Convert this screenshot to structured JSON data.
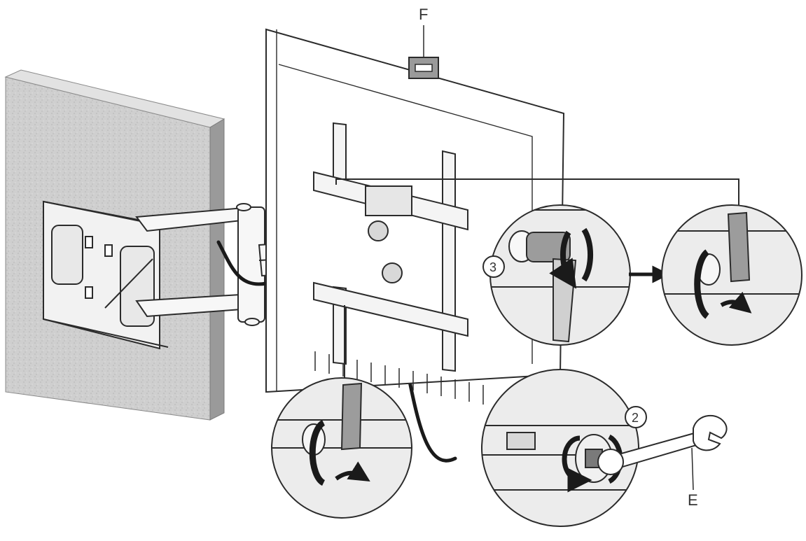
{
  "labels": {
    "bracket": "F",
    "wrench": "E",
    "step_2": "2",
    "step_3": "3"
  },
  "colors": {
    "line": "#2b2b2b",
    "wall": "#cfcfcf",
    "wall_side": "#9a9a9a",
    "detail_fill": "#e9e9e9",
    "arrow": "#1a1a1a"
  }
}
